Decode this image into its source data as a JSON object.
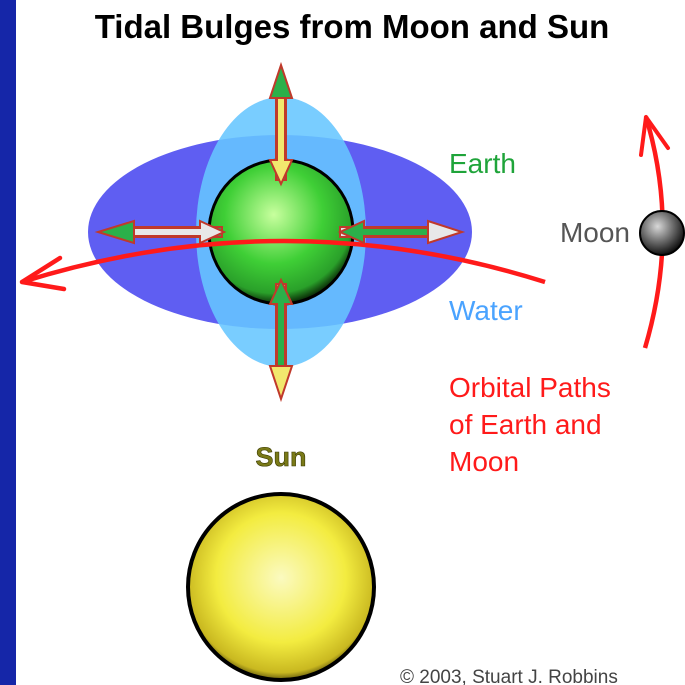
{
  "title": "Tidal Bulges from Moon and Sun",
  "labels": {
    "earth": "Earth",
    "moon": "Moon",
    "water": "Water",
    "orbital_line1": "Orbital Paths",
    "orbital_line2": "of Earth and",
    "orbital_line3": "Moon",
    "sun": "Sun"
  },
  "copyright": "© 2003, Stuart J. Robbins",
  "colors": {
    "frame_blue": "#1526a8",
    "panel": "#ffffff",
    "moon_bulge": "#5f5ef2",
    "sun_bulge": "#66c6ff",
    "earth": "#3fcf36",
    "sun": "#f3ec40",
    "orbit": "#ff1a1a",
    "arrow_green": "#2bb04a",
    "arrow_yellow": "#f2e86e",
    "arrow_outline": "#c0392b",
    "label_green": "#1fa43a",
    "label_water": "#4aa3ff",
    "label_red": "#ff1a1a"
  }
}
